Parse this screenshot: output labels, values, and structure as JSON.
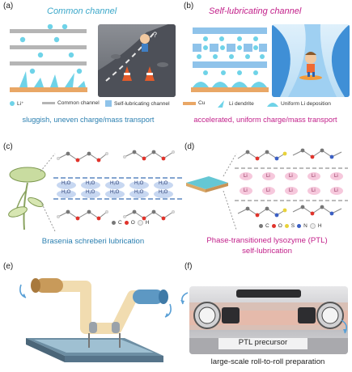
{
  "panels": {
    "a": {
      "label": "(a)",
      "title": "Common channel",
      "caption": "sluggish, uneven charge/mass transport"
    },
    "b": {
      "label": "(b)",
      "title": "Self-lubricating channel",
      "caption": "accelerated, uniform charge/mass transport"
    },
    "c": {
      "label": "(c)",
      "caption": "Brasenia schreberi  lubrication",
      "water_label": "H₂O"
    },
    "d": {
      "label": "(d)",
      "caption_line1": "Phase-transitioned lysozyme (PTL)",
      "caption_line2": "self-lubrication",
      "li_label": "Li"
    },
    "e": {
      "label": "(e)"
    },
    "f": {
      "label": "(f)",
      "inner_label": "PTL precursor",
      "caption": "large-scale roll-to-roll preparation"
    }
  },
  "legend_ab": {
    "li_ion": "Li⁺",
    "common_channel": "Common channel",
    "self_lub_channel": "Self-lubricating channel",
    "cu": "Cu",
    "li_dendrite": "Li dendrite",
    "uniform_li": "Uniform Li deposition"
  },
  "legend_c": {
    "c": "C",
    "o": "O",
    "h": "H"
  },
  "legend_d": {
    "c": "C",
    "o": "O",
    "s": "S",
    "n": "N",
    "h": "H"
  },
  "colors": {
    "title_blue": "#3aa7c9",
    "title_magenta": "#c2208a",
    "caption_blue": "#2a7fb0",
    "caption_magenta": "#c2208a",
    "li_cyan": "#6fd3e8",
    "channel_gray": "#b5b5b5",
    "selflub_blue": "#8fc3ea",
    "cu_orange": "#e9a766",
    "dashed_line": "#3b6fb3"
  }
}
